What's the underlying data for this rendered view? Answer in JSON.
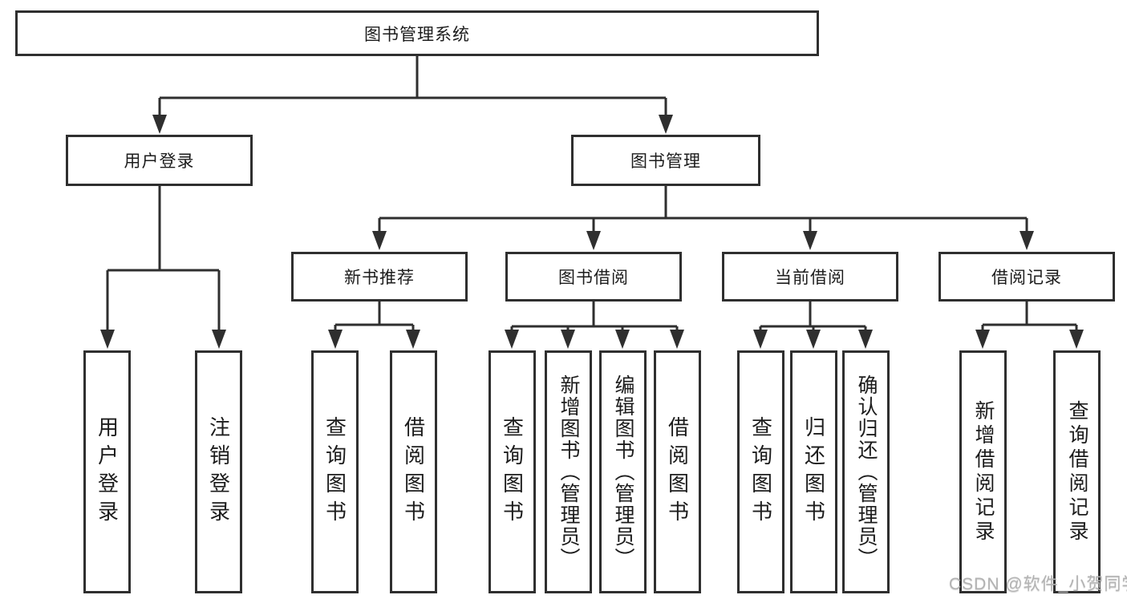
{
  "nodes": {
    "root": "图书管理系统",
    "level2": [
      "用户登录",
      "图书管理"
    ],
    "level3": [
      "新书推荐",
      "图书借阅",
      "当前借阅",
      "借阅记录"
    ],
    "leaves": [
      "用户登录",
      "注销登录",
      "查询图书",
      "借阅图书",
      "查询图书",
      "新增图书（管理员）",
      "编辑图书（管理员）",
      "借阅图书",
      "查询图书",
      "归还图书",
      "确认归还（管理员）",
      "新增借阅记录",
      "查询借阅记录"
    ]
  },
  "watermark": "CSDN @软件_小贺同学",
  "colors": {
    "line": "#2f2f2f",
    "box_border": "#2f2f2f",
    "text": "#1c1c1c",
    "watermark": "#b3b3b3",
    "background": "#ffffff"
  }
}
